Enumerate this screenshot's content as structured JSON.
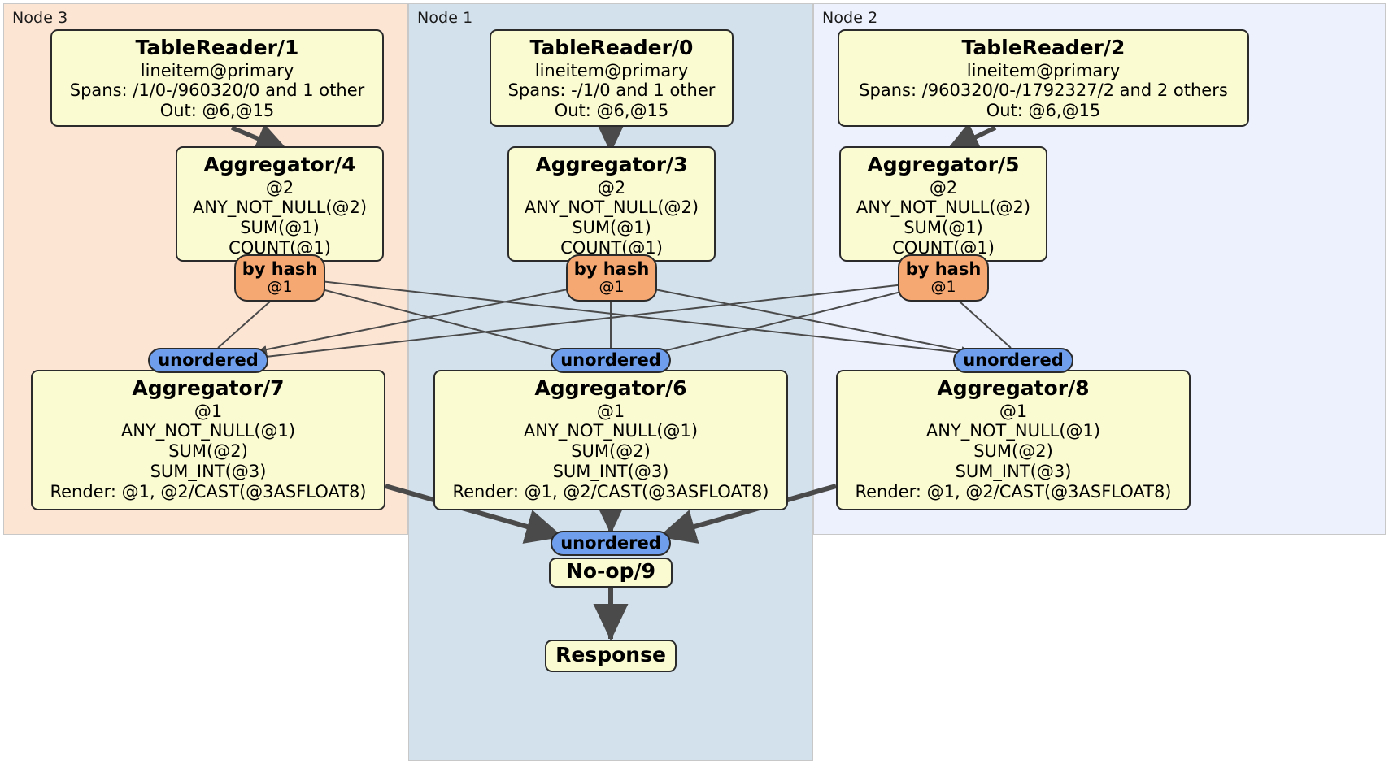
{
  "diagram": {
    "type": "distributed-query-plan",
    "regions": [
      {
        "id": "node3",
        "label": "Node 3",
        "color": "#fde5d4"
      },
      {
        "id": "node1",
        "label": "Node 1",
        "color": "#d3e1ec"
      },
      {
        "id": "node2",
        "label": "Node 2",
        "color": "#edf1fd"
      }
    ],
    "processors": {
      "table_reader_1": {
        "title": "TableReader/1",
        "lines": [
          "lineitem@primary",
          "Spans: /1/0-/960320/0 and 1 other",
          "Out: @6,@15"
        ]
      },
      "table_reader_0": {
        "title": "TableReader/0",
        "lines": [
          "lineitem@primary",
          "Spans: -/1/0 and 1 other",
          "Out: @6,@15"
        ]
      },
      "table_reader_2": {
        "title": "TableReader/2",
        "lines": [
          "lineitem@primary",
          "Spans: /960320/0-/1792327/2 and 2 others",
          "Out: @6,@15"
        ]
      },
      "aggregator_4": {
        "title": "Aggregator/4",
        "lines": [
          "@2",
          "ANY_NOT_NULL(@2)",
          "SUM(@1)",
          "COUNT(@1)"
        ]
      },
      "aggregator_3": {
        "title": "Aggregator/3",
        "lines": [
          "@2",
          "ANY_NOT_NULL(@2)",
          "SUM(@1)",
          "COUNT(@1)"
        ]
      },
      "aggregator_5": {
        "title": "Aggregator/5",
        "lines": [
          "@2",
          "ANY_NOT_NULL(@2)",
          "SUM(@1)",
          "COUNT(@1)"
        ]
      },
      "aggregator_7": {
        "title": "Aggregator/7",
        "lines": [
          "@1",
          "ANY_NOT_NULL(@1)",
          "SUM(@2)",
          "SUM_INT(@3)",
          "Render: @1, @2/CAST(@3ASFLOAT8)"
        ]
      },
      "aggregator_6": {
        "title": "Aggregator/6",
        "lines": [
          "@1",
          "ANY_NOT_NULL(@1)",
          "SUM(@2)",
          "SUM_INT(@3)",
          "Render: @1, @2/CAST(@3ASFLOAT8)"
        ]
      },
      "aggregator_8": {
        "title": "Aggregator/8",
        "lines": [
          "@1",
          "ANY_NOT_NULL(@1)",
          "SUM(@2)",
          "SUM_INT(@3)",
          "Render: @1, @2/CAST(@3ASFLOAT8)"
        ]
      },
      "noop_9": {
        "title": "No-op/9",
        "lines": []
      },
      "response": {
        "title": "Response",
        "lines": []
      }
    },
    "routers": {
      "hash_left": {
        "title": "by hash",
        "sub": "@1",
        "color": "#f6a873"
      },
      "hash_center": {
        "title": "by hash",
        "sub": "@1",
        "color": "#f6a873"
      },
      "hash_right": {
        "title": "by hash",
        "sub": "@1",
        "color": "#f6a873"
      }
    },
    "synchronizers": {
      "unordered_left": {
        "title": "unordered",
        "color": "#6f9fec"
      },
      "unordered_center": {
        "title": "unordered",
        "color": "#6f9fec"
      },
      "unordered_right": {
        "title": "unordered",
        "color": "#6f9fec"
      },
      "unordered_final": {
        "title": "unordered",
        "color": "#6f9fec"
      }
    },
    "colors": {
      "processor_fill": "#fbfbd2",
      "processor_stroke": "#2b2b2b",
      "router_fill": "#f6a873",
      "sync_fill": "#6f9fec",
      "edge_thin": "#4a4a4a",
      "edge_thick": "#4a4a4a"
    }
  }
}
